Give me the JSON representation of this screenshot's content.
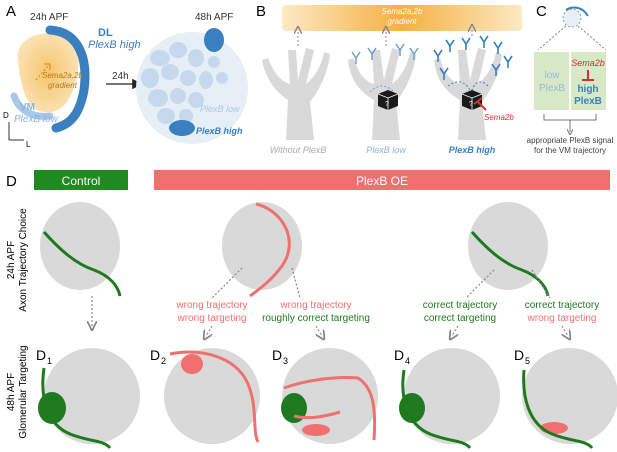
{
  "panels": {
    "A": "A",
    "B": "B",
    "C": "C",
    "D": "D"
  },
  "panel_a": {
    "time_24": "24h APF",
    "time_48": "48h APF",
    "dl": "DL",
    "plexb_high": "PlexB high",
    "vm": "VM",
    "plexb_low": "PlexB low",
    "sema_line1": "Sema2a,2b",
    "sema_line2": "gradient",
    "arrow_24h": "24h",
    "axis_d": "D",
    "axis_l": "L",
    "right_plexb_low": "PlexB low",
    "right_plexb_high": "PlexB high"
  },
  "panel_b": {
    "gradient_line1": "Sema2a,2b",
    "gradient_line2": "gradient",
    "without": "Without PlexB",
    "low": "PlexB low",
    "high": "PlexB high",
    "sema2b": "Sema2b",
    "q": "?"
  },
  "panel_c": {
    "low_line1": "low",
    "low_line2": "PlexB",
    "sema2b": "Sema2b",
    "high_line1": "high",
    "high_line2": "PlexB",
    "caption_line1": "appropriate PlexB signal",
    "caption_line2": "for the VM trajectory"
  },
  "panel_d": {
    "control": "Control",
    "plexb_oe": "PlexB OE",
    "row1_line1": "24h APF",
    "row1_line2": "Axon Trajectory Choice",
    "row2_line1": "48h APF",
    "row2_line2": "Glomerular Targeting",
    "d2_line1": "wrong trajectory",
    "d2_line2": "wrong targeting",
    "d3_line1": "wrong trajectory",
    "d3_line2": "roughly correct targeting",
    "d4_line1": "correct trajectory",
    "d4_line2": "correct targeting",
    "d5_line1": "correct trajectory",
    "d5_line2": "wrong targeting",
    "d_label": "D",
    "sub1": "1",
    "sub2": "2",
    "sub3": "3",
    "sub4": "4",
    "sub5": "5"
  },
  "colors": {
    "blue": "#3a7fc0",
    "light_blue": "#a9c8e6",
    "orange": "#f5b041",
    "green": "#1f7a1f",
    "pink": "#f0706e",
    "gray": "#d9d9d9",
    "red": "#d03030",
    "dark": "#333333"
  }
}
